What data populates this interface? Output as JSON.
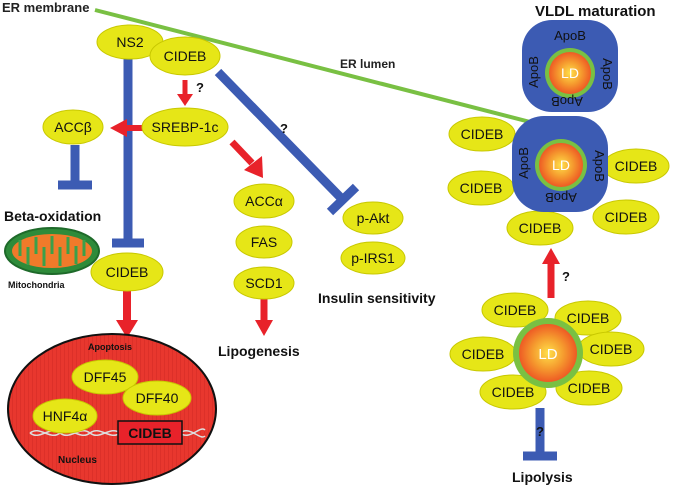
{
  "membrane": {
    "er_membrane": "ER membrane",
    "er_lumen": "ER lumen"
  },
  "titles": {
    "vldl_maturation": "VLDL maturation",
    "beta_oxidation": "Beta-oxidation",
    "mitochondria": "Mitochondria",
    "lipogenesis": "Lipogenesis",
    "insulin_sensitivity": "Insulin sensitivity",
    "lipolysis": "Lipolysis",
    "apoptosis": "Apoptosis",
    "nucleus": "Nucleus"
  },
  "nodes": {
    "ns2": "NS2",
    "cideb_top": "CIDEB",
    "srebp": "SREBP-1c",
    "acc_beta": "ACCβ",
    "acc_alpha": "ACCα",
    "fas": "FAS",
    "scd1": "SCD1",
    "p_akt": "p-Akt",
    "p_irs1": "p-IRS1",
    "cideb_mid": "CIDEB",
    "dff45": "DFF45",
    "dff40": "DFF40",
    "hnf4a": "HNF4α",
    "cideb_nuclear": "CIDEB"
  },
  "right_cluster": {
    "cideb": "CIDEB",
    "ld": "LD",
    "apob": "ApoB"
  },
  "question_mark": "?",
  "colors": {
    "yellow_node": "#E6E617",
    "membrane_green": "#79C043",
    "inhibit_blue": "#3C5BB3",
    "arrow_red": "#E8222A",
    "nucleus_red": "#E8322A",
    "ld_orange": "#F07A2A"
  }
}
